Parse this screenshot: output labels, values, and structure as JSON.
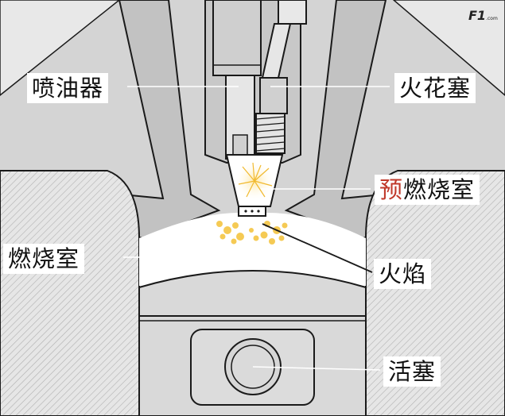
{
  "labels": {
    "injector": "喷油器",
    "spark_plug": "火花塞",
    "prechamber_prefix": "预",
    "prechamber_rest": "燃烧室",
    "combustion_chamber": "燃烧室",
    "flame": "火焰",
    "piston": "活塞"
  },
  "logo": {
    "mark": "F1",
    "sub": ".com"
  },
  "colors": {
    "head_metal": "#bdbdbd",
    "valve": "#cfcfcf",
    "body": "#dadada",
    "outline": "#1a1a1a",
    "accent": "#c0392b",
    "flame": "#f5c542"
  }
}
